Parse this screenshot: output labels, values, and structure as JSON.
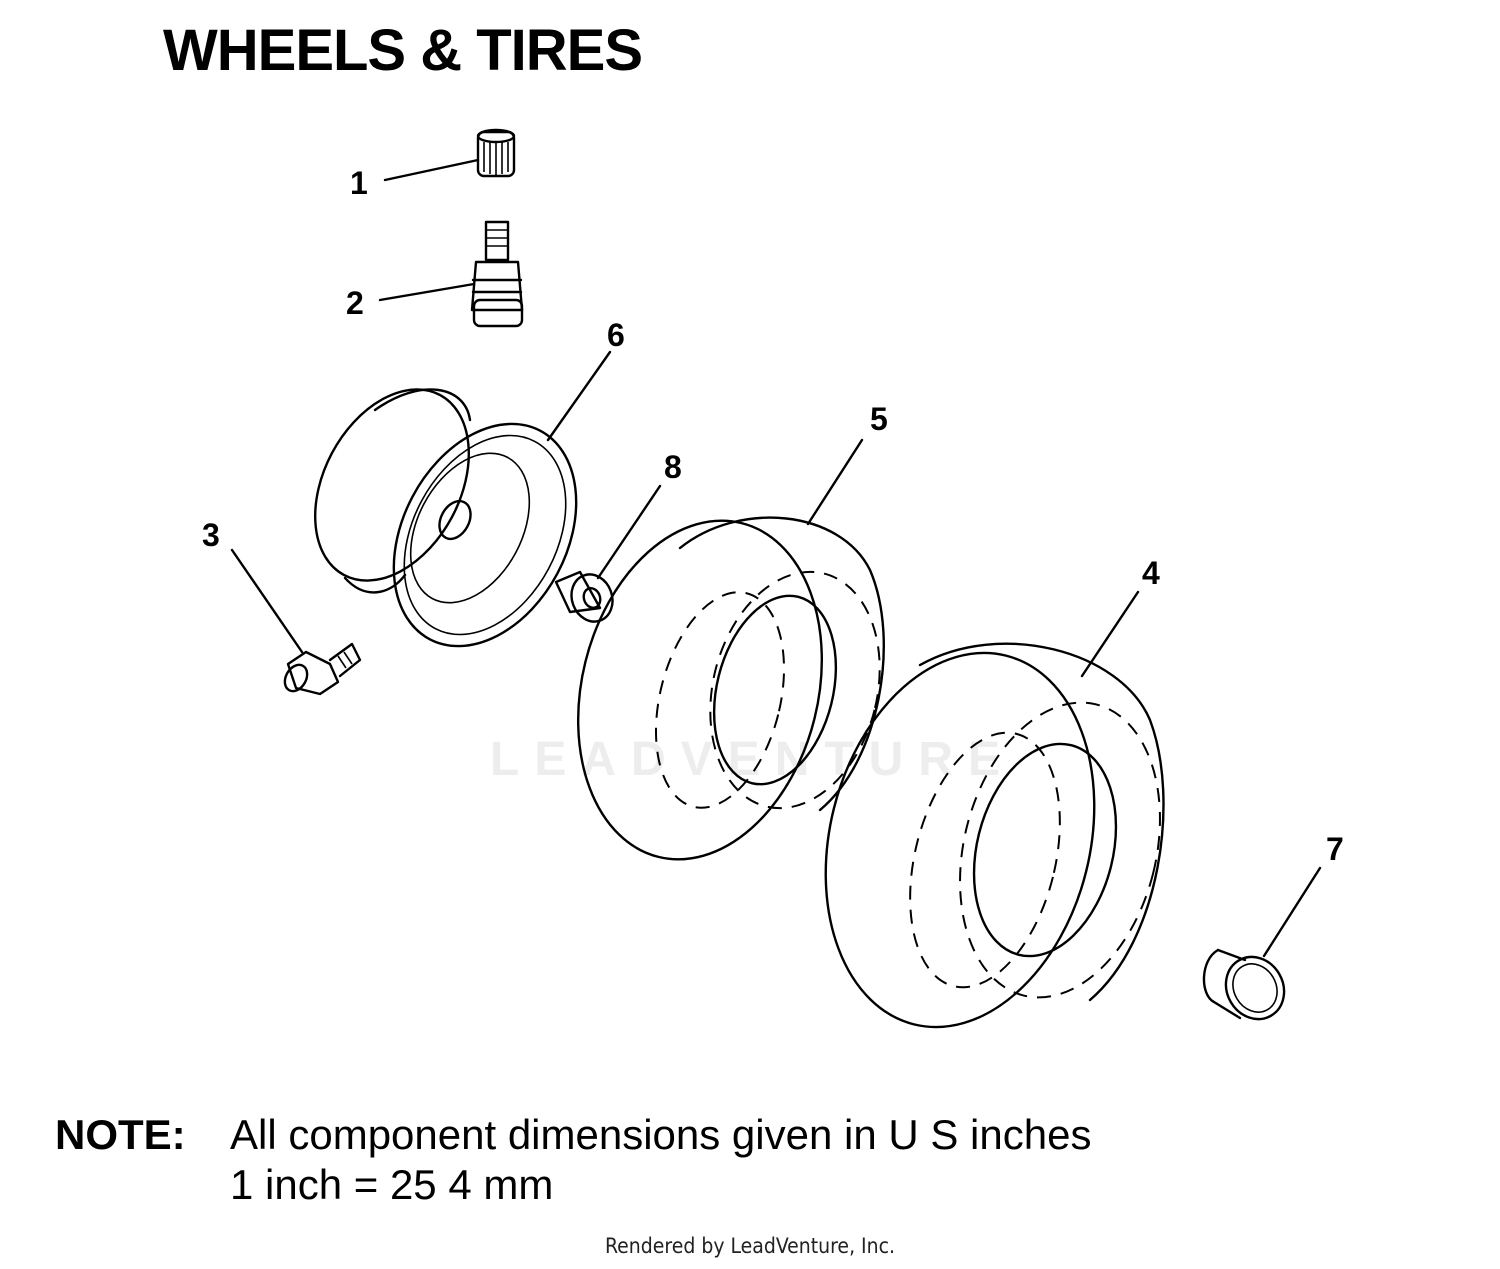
{
  "title": "WHEELS & TIRES",
  "watermark": "LEADVENTURE",
  "callouts": [
    {
      "id": "1",
      "label": "1"
    },
    {
      "id": "2",
      "label": "2"
    },
    {
      "id": "3",
      "label": "3"
    },
    {
      "id": "4",
      "label": "4"
    },
    {
      "id": "5",
      "label": "5"
    },
    {
      "id": "6",
      "label": "6"
    },
    {
      "id": "7",
      "label": "7"
    },
    {
      "id": "8",
      "label": "8"
    }
  ],
  "note": {
    "label": "NOTE:",
    "line1": "All component dimensions given in U S  inches",
    "line2": "1 inch = 25 4 mm"
  },
  "footer": "Rendered by LeadVenture, Inc."
}
